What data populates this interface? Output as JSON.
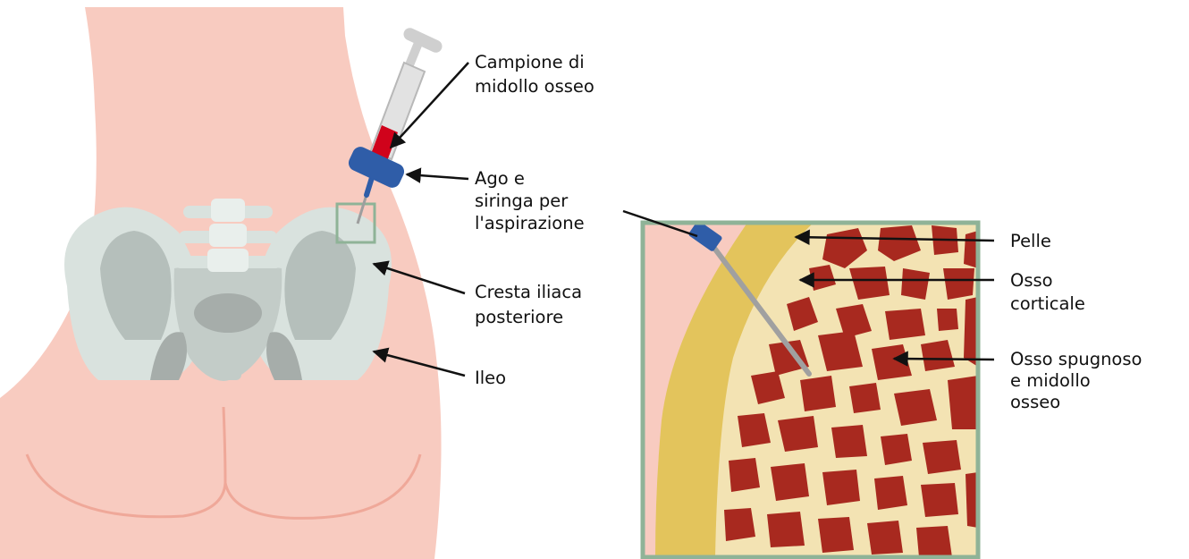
{
  "colors": {
    "skin": "#F8CBC0",
    "skin_line": "#EFA899",
    "bone": "#D9E2DE",
    "bone_light": "#E9EFEC",
    "bone_shadow": "#B5BFBB",
    "bone_dark": "#A6ADAA",
    "frame_green": "#8FB397",
    "needle_blue": "#2F5DA8",
    "syringe_grey": "#CFCFCF",
    "marrow_sample": "#D0021B",
    "cortical_yellow": "#E3C45C",
    "spongy_cream": "#F3E3B3",
    "marrow_red": "#A8291F",
    "arrow": "#111111"
  },
  "labels": {
    "sample": [
      "Campione di",
      "midollo osseo"
    ],
    "needle": [
      "Ago e",
      "siringa per",
      "l'aspirazione"
    ],
    "crest": [
      "Cresta iliaca",
      "posteriore"
    ],
    "ileum": [
      "Ileo"
    ],
    "skin": [
      "Pelle"
    ],
    "cortical": [
      "Osso",
      "corticale"
    ],
    "spongy": [
      "Osso spugnoso",
      "e midollo",
      "osseo"
    ]
  }
}
